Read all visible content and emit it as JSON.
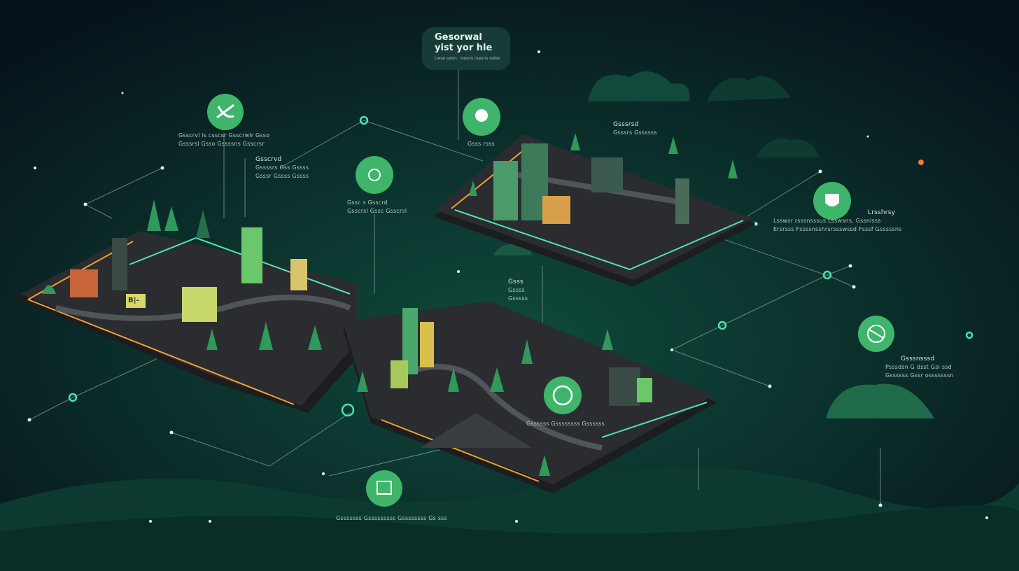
{
  "colors": {
    "background": "#07161a",
    "accent_green": "#3fb56b",
    "glow_teal": "#4de3b0",
    "road_orange": "#f0a030",
    "platform": "#26282b"
  },
  "callout": {
    "title_line1": "Gesorwal",
    "title_line2": "yist yor hle",
    "subtitle": "Lwse swsn, rsesns rsesns osles"
  },
  "icons": [
    {
      "name": "phone-icon",
      "title": "",
      "lines": [
        "Gsscrvl ls csscsr Gsscrwlr Gsso",
        "Gsssrsl Gsso Gssssns Gsscrsr"
      ]
    },
    {
      "name": "target-icon",
      "title": "",
      "lines": [
        "Gssc s Gsscrd",
        "Gsscrsl Gssc Gsscrsl"
      ]
    },
    {
      "name": "bulb-icon",
      "title": "",
      "lines": [
        "Gsss rsss"
      ]
    },
    {
      "name": "shield-icon",
      "title": "Lrsshrsy",
      "lines": [
        "Lsswsr rsssnsssus   Lsswsns, Gssnlsss",
        "Ersrsss Fssssnsshrsrssswssd   Fsssf Gsssssns"
      ]
    },
    {
      "name": "no-entry-icon",
      "title": "Gsssnsssd",
      "lines": [
        "Psssdsn G dsst Gsl ssd",
        "Gssssss Gssr osssssssn"
      ]
    },
    {
      "name": "lightbulb-icon",
      "title": "",
      "lines": [
        "Gssssss Gssssssss Gssssss"
      ]
    },
    {
      "name": "map-icon",
      "title": "",
      "lines": [
        "Gsssssss Gsssssssss Gssssssss Gs sss"
      ]
    }
  ],
  "side_labels": [
    {
      "title": "Gsscrvd",
      "lines": [
        "Gssssrs Gss Gssss",
        "Gsssr Gssss Gssss"
      ]
    },
    {
      "title": "Gsssrsd",
      "lines": [
        "Gsssrs Gssssss"
      ]
    },
    {
      "title": "Gsss",
      "lines": [
        "Gssss",
        "Gsssss"
      ]
    },
    {
      "title": "",
      "lines": [
        "B|-"
      ]
    }
  ]
}
